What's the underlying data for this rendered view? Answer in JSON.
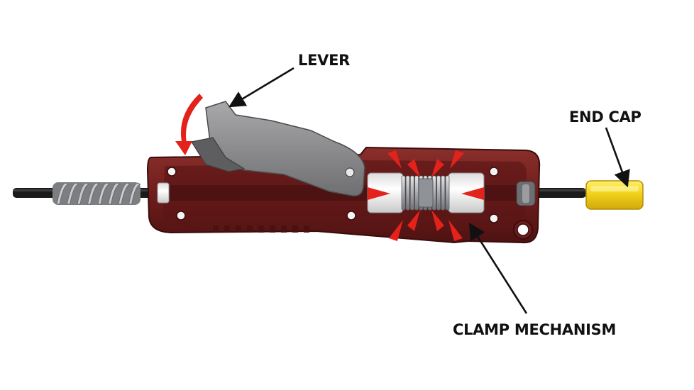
{
  "labels": {
    "lever": "LEVER",
    "end_cap": "END CAP",
    "clamp_mechanism": "CLAMP MECHANISM"
  },
  "colors": {
    "housing": "#6e1d1c",
    "lever": "#8d8d8f",
    "end_cap": "#f2d21b",
    "pressure_arrows": "#e3221c",
    "cable": "#1a1a1a",
    "clamp_blocks": "#f2f2f2",
    "spring": "#b5b8bc"
  }
}
